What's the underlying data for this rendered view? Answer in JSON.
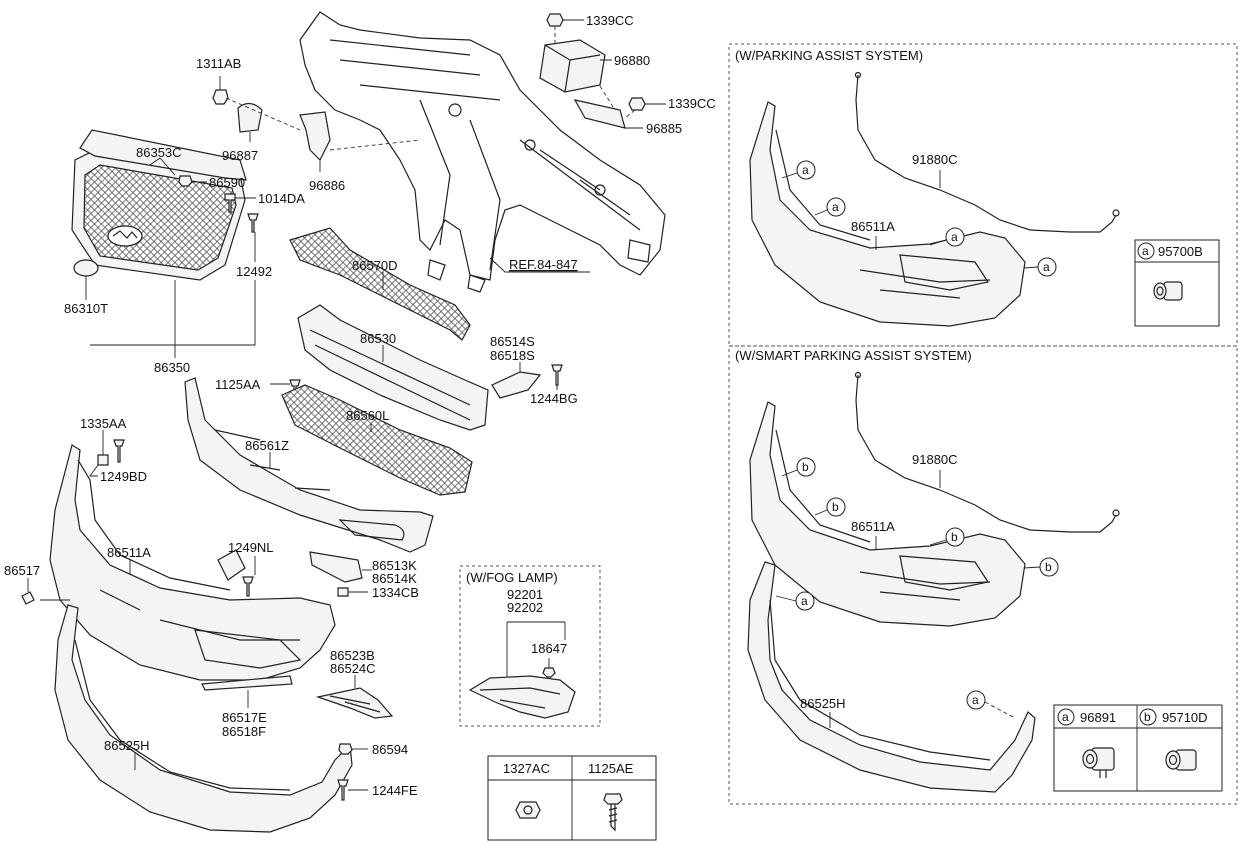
{
  "labels": {
    "l1339CC_top": "1339CC",
    "l96880": "96880",
    "l1339CC_mid": "1339CC",
    "l96885": "96885",
    "l1311AB": "1311AB",
    "l96887": "96887",
    "l86353C": "86353C",
    "l86590": "86590",
    "l1014DA": "1014DA",
    "l96886": "96886",
    "l12492": "12492",
    "l86310T": "86310T",
    "l86350": "86350",
    "l86570D": "86570D",
    "lREF": "REF.84-847",
    "l86530": "86530",
    "l86514S": "86514S",
    "l86518S": "86518S",
    "l1244BG": "1244BG",
    "l1125AA": "1125AA",
    "l86560L": "86560L",
    "l1335AA": "1335AA",
    "l1249BD": "1249BD",
    "l86561Z": "86561Z",
    "l86517": "86517",
    "l86511A": "86511A",
    "l1249NL": "1249NL",
    "l86513K": "86513K",
    "l86514K": "86514K",
    "l1334CB": "1334CB",
    "l86523B": "86523B",
    "l86524C": "86524C",
    "l86517E": "86517E",
    "l86518F": "86518F",
    "l86525H": "86525H",
    "l86594": "86594",
    "l1244FE": "1244FE"
  },
  "fog_box": {
    "title": "(W/FOG LAMP)",
    "p1": "92201",
    "p2": "92202",
    "p3": "18647"
  },
  "bottom_table": {
    "col1": "1327AC",
    "col2": "1125AE"
  },
  "pas_box": {
    "title": "(W/PARKING ASSIST SYSTEM)",
    "harness": "91880C",
    "bumper": "86511A",
    "ref_letter": "a",
    "sensor_part": "95700B"
  },
  "spas_box": {
    "title": "(W/SMART PARKING ASSIST SYSTEM)",
    "harness": "91880C",
    "bumper": "86511A",
    "lower": "86525H",
    "letter_a": "a",
    "letter_b": "b",
    "part_a": "96891",
    "part_b": "95710D"
  }
}
